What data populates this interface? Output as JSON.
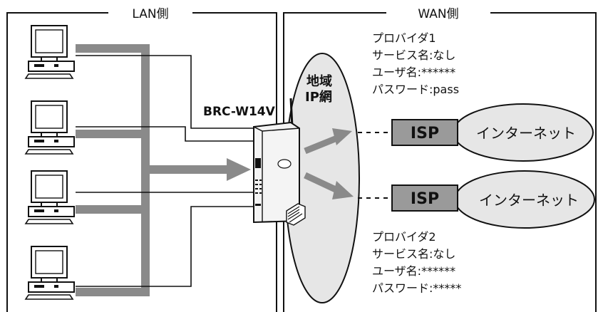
{
  "sections": {
    "lan_label": "LAN側",
    "wan_label": "WAN側"
  },
  "router": {
    "model": "BRC-W14V"
  },
  "network": {
    "label_line1": "地域",
    "label_line2": "IP網"
  },
  "providers": [
    {
      "name": "プロバイダ1",
      "service": "サービス名:なし",
      "user": "ユーザ名:******",
      "password": "パスワード:pass"
    },
    {
      "name": "プロバイダ2",
      "service": "サービス名:なし",
      "user": "ユーザ名:******",
      "password": "パスワード:*****"
    }
  ],
  "isp": [
    {
      "label": "ISP",
      "cloud": "インターネット"
    },
    {
      "label": "ISP",
      "cloud": "インターネット"
    }
  ],
  "colors": {
    "line": "#111111",
    "thick_path": "#8a8a8a",
    "bubble": "#e6e6e6",
    "isp_box": "#9a9a9a",
    "cloud": "#e6e6e6"
  }
}
